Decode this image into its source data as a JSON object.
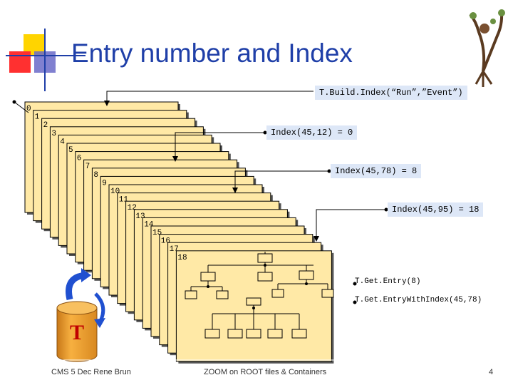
{
  "title": "Entry number and Index",
  "entry_numbers": [
    "0",
    "1",
    "2",
    "3",
    "4",
    "5",
    "6",
    "7",
    "8",
    "9",
    "10",
    "11",
    "12",
    "13",
    "14",
    "15",
    "16",
    "17",
    "18"
  ],
  "labels": {
    "build_index": "T.Build.Index(“Run”,”Event”)",
    "index_1": "Index(45,12) = 0",
    "index_2": "Index(45,78) = 8",
    "index_3": "Index(45,95) = 18",
    "get_entry": "T.Get.Entry(8)",
    "get_entry_with_index": "T.Get.EntryWithIndex(45,78)"
  },
  "tree_letter": "T",
  "footer": {
    "left": "CMS 5 Dec  Rene Brun",
    "center": "ZOOM on ROOT files & Containers",
    "page": "4"
  },
  "colors": {
    "title": "#1f3fa8",
    "card_fill": "#ffe9a6",
    "label_bg": "#dde7f7",
    "cylinder": "#f0a030",
    "arrow_blue": "#2050d0",
    "accent_yellow": "#ffd400",
    "accent_red": "#ff3030",
    "accent_blue": "#6a6ac8"
  }
}
